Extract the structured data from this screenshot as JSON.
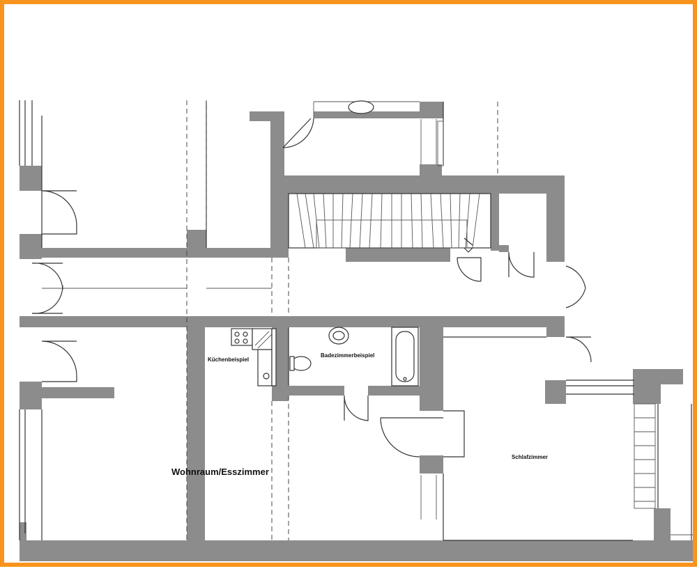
{
  "plan": {
    "frame_color": "#f7941d",
    "wall_color": "#8c8c8c",
    "rooms": {
      "kitchen": "Küchenbeispiel",
      "bathroom": "Badezimmerbeispiel",
      "living_dining": "Wohnraum/Esszimmer",
      "bedroom": "Schlafzimmer"
    }
  }
}
